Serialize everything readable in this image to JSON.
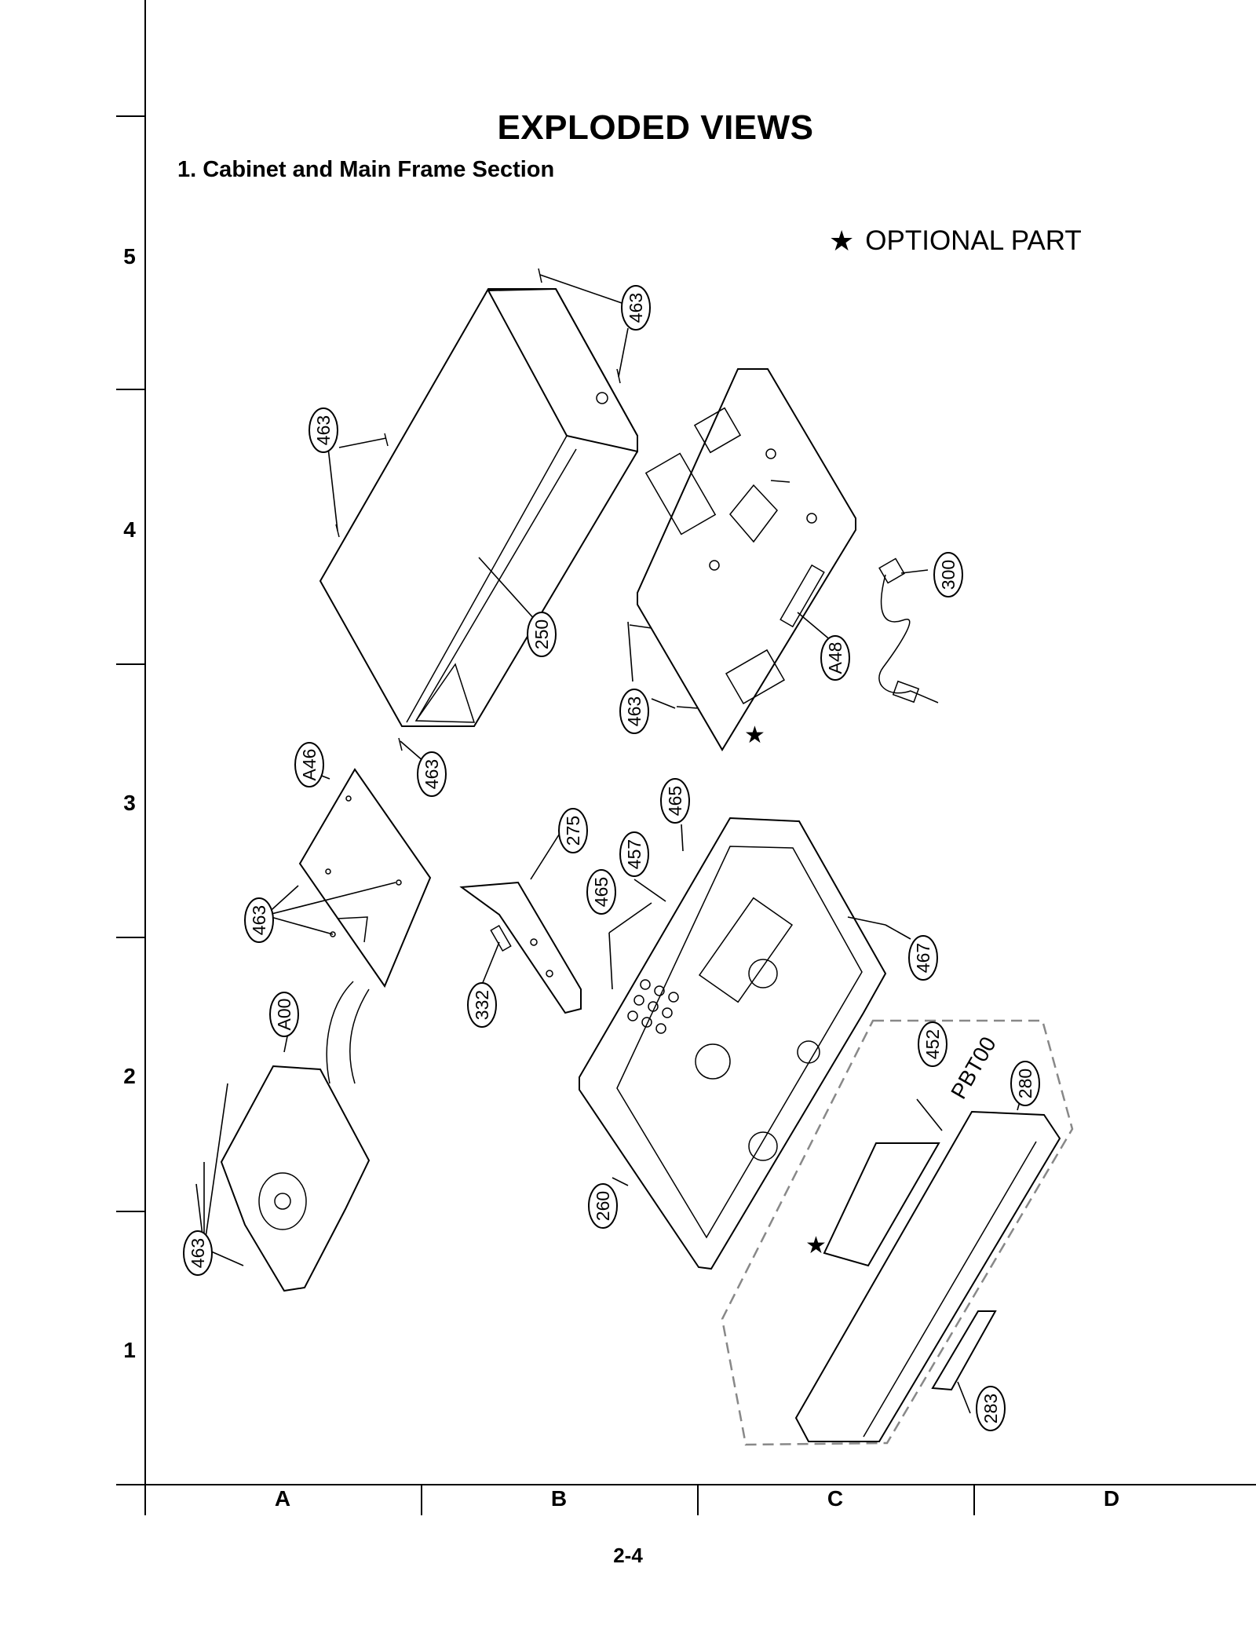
{
  "header": {
    "title": "EXPLODED VIEWS",
    "subtitle": "1. Cabinet and Main Frame Section"
  },
  "legend": {
    "star_symbol": "★",
    "label": "OPTIONAL PART"
  },
  "grid": {
    "rows": [
      "5",
      "4",
      "3",
      "2",
      "1"
    ],
    "columns": [
      "A",
      "B",
      "C",
      "D"
    ]
  },
  "callouts": [
    "463",
    "463",
    "463",
    "463",
    "463",
    "463",
    "463",
    "250",
    "300",
    "A48",
    "A46",
    "275",
    "457",
    "465",
    "465",
    "467",
    "332",
    "A00",
    "452",
    "PBT00",
    "280",
    "260",
    "283"
  ],
  "footer": {
    "page": "2-4"
  }
}
